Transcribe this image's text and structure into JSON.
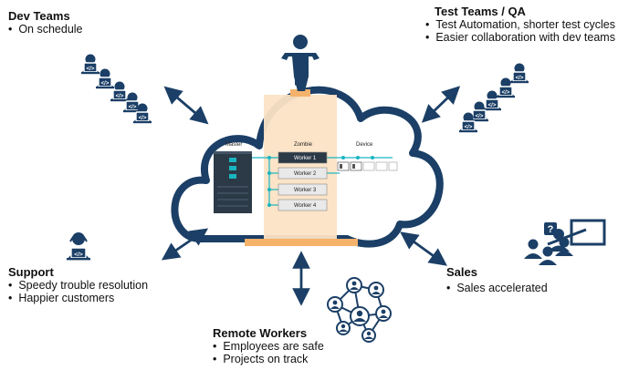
{
  "groups": {
    "dev_teams": {
      "title": "Dev Teams",
      "items": [
        "On schedule"
      ]
    },
    "test_teams": {
      "title": "Test Teams / QA",
      "items": [
        "Test Automation, shorter test cycles",
        "Easier collaboration with dev teams"
      ]
    },
    "support": {
      "title": "Support",
      "items": [
        "Speedy trouble resolution",
        "Happier customers"
      ]
    },
    "sales": {
      "title": "Sales",
      "items": [
        "Sales accelerated"
      ]
    },
    "remote": {
      "title": "Remote Workers",
      "items": [
        "Employees are safe",
        "Projects on track"
      ]
    }
  },
  "cloud": {
    "master_label": "Master",
    "zombie_label": "Zombie",
    "device_label": "Device",
    "workers": [
      "Worker 1",
      "Worker 2",
      "Worker 3",
      "Worker 4"
    ]
  },
  "icons": {
    "laptop_code": "laptop-code-icon",
    "presenter": "presenter-icon",
    "support_agent": "support-agent-icon",
    "network": "network-people-icon",
    "question_mark": "?"
  },
  "colors": {
    "navy": "#1b3f66",
    "cloud_stroke": "#1b3f66",
    "peach": "#fbe3c5",
    "orange": "#f4b26b",
    "teal": "#19b5c0",
    "server": "#2c3a47"
  }
}
